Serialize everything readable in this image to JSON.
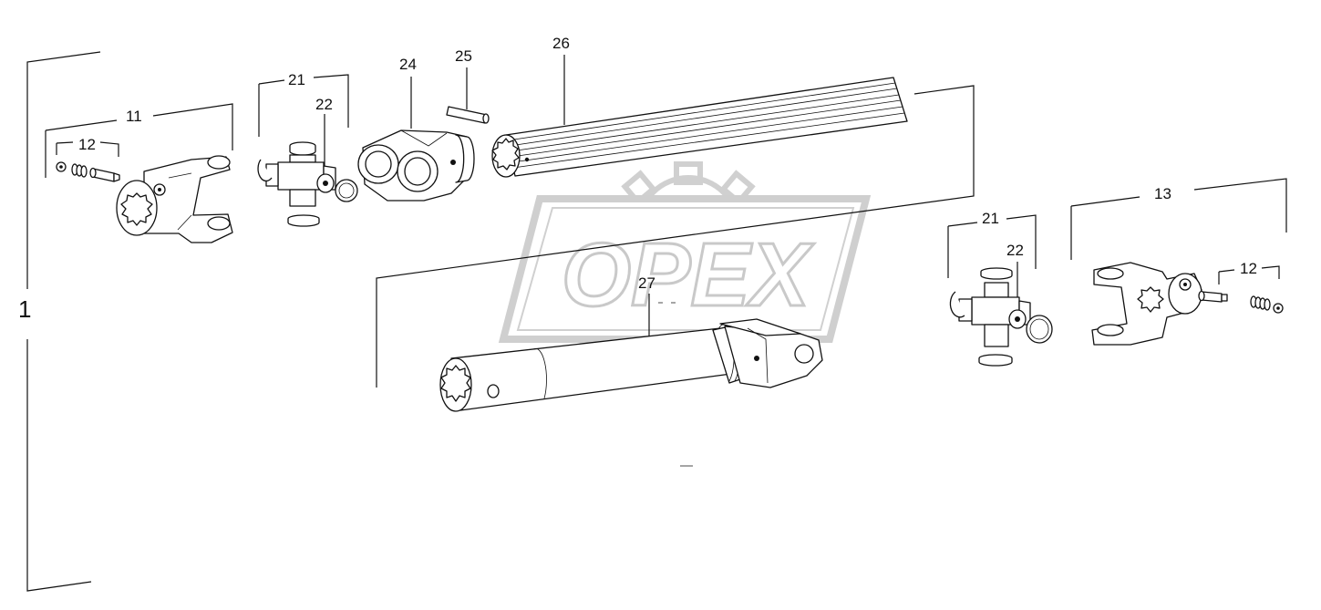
{
  "watermark": {
    "text": "OPEX"
  },
  "assembly": {
    "label": "1"
  },
  "callouts": {
    "yoke_left": "11",
    "pin_left": "12",
    "cross_left": "21",
    "bearing_left": "22",
    "inner_yoke": "24",
    "roll_pin": "25",
    "splined_shaft": "26",
    "tube_yoke": "27",
    "cross_right": "21",
    "bearing_right": "22",
    "yoke_right": "13",
    "pin_right": "12"
  },
  "colors": {
    "line": "#111111",
    "watermark": "#d0d0d0",
    "background": "#ffffff"
  }
}
